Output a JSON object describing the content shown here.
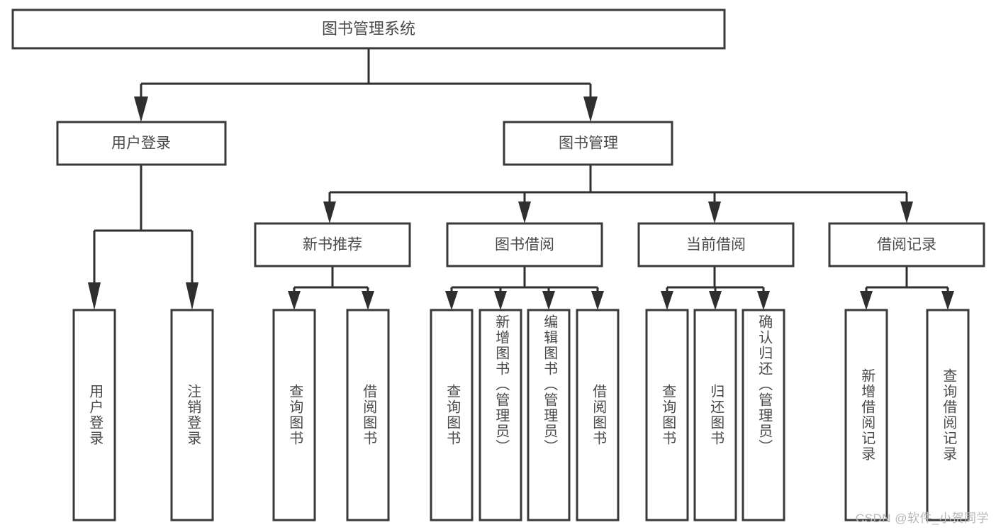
{
  "diagram": {
    "type": "tree-hierarchy",
    "orientation": "top-down",
    "title": "图书管理系统",
    "watermark": "CSDN @软件_小贺同学",
    "colors": {
      "background": "#ffffff",
      "node_fill": "#ffffff",
      "node_stroke": "#3a3a3a",
      "connector": "#2f2f2f",
      "text": "#4a4a4a",
      "watermark": "#b8b8b8"
    }
  },
  "root": {
    "label": "图书管理系统"
  },
  "level2": [
    {
      "label": "用户登录"
    },
    {
      "label": "图书管理"
    }
  ],
  "level3": [
    {
      "label": "新书推荐"
    },
    {
      "label": "图书借阅"
    },
    {
      "label": "当前借阅"
    },
    {
      "label": "借阅记录"
    }
  ],
  "leaves": {
    "user_login": [
      {
        "label": "用户登录"
      },
      {
        "label": "注销登录"
      }
    ],
    "new_book_recommend": [
      {
        "label": "查询图书"
      },
      {
        "label": "借阅图书"
      }
    ],
    "book_borrow": [
      {
        "label": "查询图书"
      },
      {
        "label": "新增图书（管理员）"
      },
      {
        "label": "编辑图书（管理员）"
      },
      {
        "label": "借阅图书"
      }
    ],
    "current_borrow": [
      {
        "label": "查询图书"
      },
      {
        "label": "归还图书"
      },
      {
        "label": "确认归还（管理员）"
      }
    ],
    "borrow_record": [
      {
        "label": "新增借阅记录"
      },
      {
        "label": "查询借阅记录"
      }
    ]
  }
}
